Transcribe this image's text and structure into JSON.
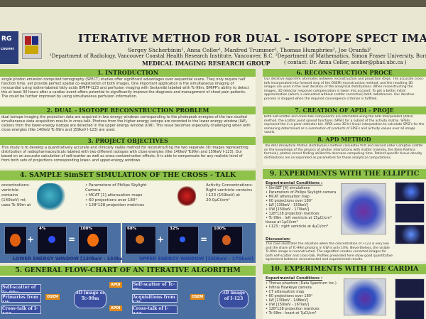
{
  "header": {
    "logo_left_text": "RG",
    "logo_left_sub": "couver",
    "title": "ITERATIVE METHOD FOR DUAL - ISOTOPE SPECT IMAGING",
    "authors": "Sergey Shcherbinin¹, Anna Celler¹, Manfred Trummer², Thomas Humphries², Joe Qranfal²",
    "affiliations": "¹Department of Radiology, Vancouver Coastal Health Research Institute, Vancouver, B.C.   ²Department of Mathematics, Simon Fraser University, Burnaby, B.C.",
    "group": "MEDICAL IMAGING RESEARCH GROUP",
    "contact": "( contact:  Dr. Anna Celler,   acelier@phas.ubc.ca )"
  },
  "sections": {
    "s1": {
      "title": "1. INTRODUCTION",
      "body": "single photon emission computed tomography (SPECT) studies offer significant advantages over sequential scans. They only require half function time, yet provide perfect spatial co-registration of both images. One important application is the simultaneous imaging of myocardial using iodine-labeled fatty acids BMIPP-I123 and perfusion imaging with Sestamibi labeled with Tc-99m. BMIPP's ability to detect the at least 30 hours after a cardiac event offers potential to significantly improve the diagnosis and management of chest pain patients. The could be further improved by using simultaneous perfusion information."
    },
    "s2": {
      "title": "2. DUAL - ISOTOPE RECONSTRUCTION PROBLEM",
      "body": "dual isotope imaging the projection data are acquired in two energy windows corresponding to the photopeak energies of the two studied simultaneous data acquisition results in cross-talk. Photons from the higher-energy isotope are recorded in the lower energy window (LW), cations from the lower-energy isotope are detected in the upper energy window (UW). This issue becomes especially challenging when with close energies (like 140keV Tc-99m and 159keV I-123) are used."
    },
    "s3": {
      "title": "3. PROJECT OBJECTIVES",
      "body": "This study is to develop a quantitatively accurate and clinically viable method for reconstructing the two separate 3D images representing distribution of radiopharmaceuticals labeled with two different isotopes with close energies (like 140keV Tc99m and 159keV I-123). Our based on an accurate calculation of self-scatter as well as cross-contamination effects; it is able to compensate for any realistic level of from both sets of projections corresponding lower- and upper-energy windows."
    },
    "s4": {
      "title": "4. SAMPLE SimSET SIMULATION OF THE CROSS - TALK",
      "left_text": "oncentrations: ventricle contains (140keV) ml; uses Tc-99m at",
      "bullets": "• Parameters of Philips Skylight Camera\n• MCAT [1] attenuation maps\n• 60 projections over 180°\n• 128²128 projection matrices",
      "right_text": "Activity Concentrations: Right ventricle contains I-123 (159keV) at 20.0μCi/cm³",
      "lower_pcts": [
        "",
        "4%",
        "100%"
      ],
      "upper_pcts": [
        "68%",
        "32%",
        "100%"
      ],
      "lower_label": "LOWER ENERGY WINDOW  [130keV - 150keV]",
      "upper_label": "UPPER ENERGY WINDOW  [150keV - 170keV]",
      "plus": "+",
      "equals": "="
    },
    "s5": {
      "title": "5. GENERAL FLOW-CHART OF AN ITERATIVE ALGORITHM",
      "box1": "Self-scatter of Tc-99m",
      "box2": "Primaries from LW",
      "box3": "Cross-talk of I-123",
      "osem": "OSEM",
      "center": "3D image of Tc-99m",
      "apdi": "APDI",
      "box4": "Self-scatter of Tc-99m",
      "box5": "Acquisitions from UW",
      "box6": "Cross-talk of I-123",
      "osem2": "OSEM",
      "right": "3D image of I-123"
    },
    "s6": {
      "title": "6. RECONSTRUCTION PROCE",
      "body": "Our iterative algorithm alternates between reconstruction and projection steps. The accurate cross-talk incorporated into forward step of the OSEM reconstruction method, and the resulting 3D images are used in the next iteration of the analytical distributions. When reconstructing the images, 3D detector response compensation is taken into account. To get a better initial approximation (which is calculated without scatter correction) both radiotracers. Our iterative process is stopped when the required convergence criterion is fulfilled."
    },
    "s7": {
      "title": "7. CREATION OF APDI - PROJE",
      "body": "Both self-scatter and cross-talk components are estimated using the APD Interpolated (APDI) method. the scatter point spread functions (SPSF) for a subset of the activity matrix. SPSFs represent the in a given detector bin. APDI uses 3D tri-linear interpolation to calculate SPSFs for the remaining determined as a summation of products of SPSFs and activity values over all image voxels."
    },
    "s8": {
      "title": "8. APD METHOD",
      "body": "The APD (Analytical Photon Distribution) method calculates first and second order Compton scatter on the knowledge of the physics of photon interactions with matter (namely, the Klein-Nishina formula), photon kernel finding utilized to decrease computing time. Patient-specific tissue density distributions are incorporated as parameters for these analytical computations."
    },
    "s9": {
      "title": "9. EXPERIMENTS WITH THE ELLIPTIC",
      "cond_title": "Experimental Conditions :",
      "cond": "• SimSET [4] simulations\n• Parameters of Philips Skylight camera\n• MCAT attenuation map\n• 60 projections over 180°\n• LW [130keV - 150keV]\n• UW [150keV - 170keV]\n• 128²128 projection matrices\n• Tc-99m : left ventricle at 15μCi/cm³\n                 tissue at 1μCi/cm³\n• I-123  : right ventricle at 4μCi/cm³",
      "disc_title": "Discussion:",
      "disc": "This case illustrates the situation when the concentration of I-123 is very low and the share of Tc-99m photons in UW is only 10%. Nevertheless, the visible Tc-99m image is reconstructed. The algorithm creates corrected images for both self-scatter and cross-talk. Profiles presented here show good quantitative agreement between reconstructed and experimental results."
    },
    "s10": {
      "title": "10. EXPERIMENTS WITH THE CARDIA",
      "cond_title": "Experimental Conditions :",
      "cond": "• Thorax phantom (Data Spectrum Inc.)\n• Infinia Hawkeye camera\n• CT attenuation map\n• 60 projections over 180°\n• LW [130keV - 148keV]\n• UW [150keV - 167keV]\n• 128²128 projection matrices\n• Tc-99m : heart at 7μCi/cm³"
    }
  },
  "colors": {
    "header_green": "#8fc24a",
    "poster_bg": "#e9e7d2",
    "panel_blue": "#4a6fa0"
  }
}
